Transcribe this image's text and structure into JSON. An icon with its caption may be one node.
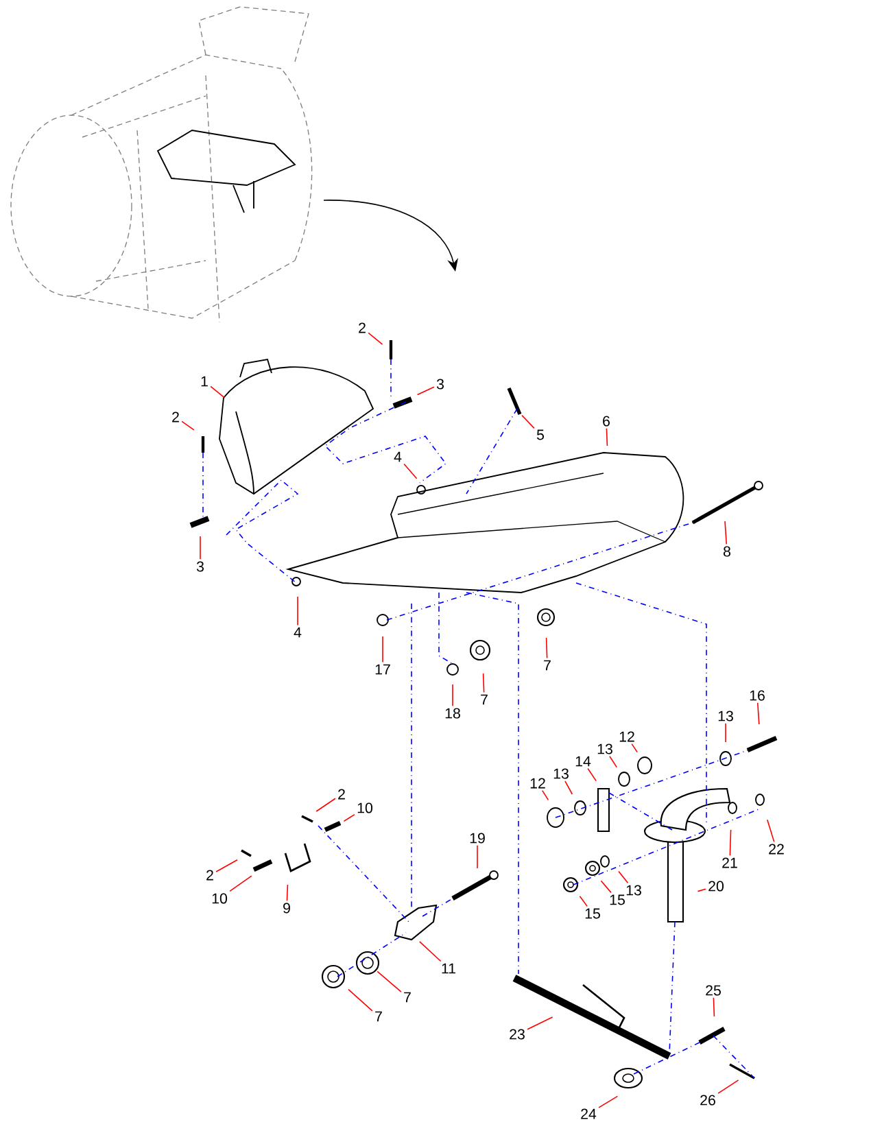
{
  "diagram": {
    "nodes": [
      {
        "text": [
          "2"
        ]
      },
      {
        "text": [
          "1"
        ]
      },
      {
        "text": [
          "3"
        ]
      },
      {
        "text": [
          "2"
        ]
      },
      {
        "text": [
          "6"
        ]
      },
      {
        "text": [
          "5"
        ]
      },
      {
        "text": [
          "4"
        ]
      },
      {
        "text": [
          "8"
        ]
      },
      {
        "text": [
          "3"
        ]
      },
      {
        "text": [
          "4"
        ]
      },
      {
        "text": [
          "7"
        ]
      },
      {
        "text": [
          "17"
        ]
      },
      {
        "text": [
          "7"
        ]
      },
      {
        "text": [
          "18"
        ]
      },
      {
        "text": [
          "16"
        ]
      },
      {
        "text": [
          "13"
        ]
      },
      {
        "text": [
          "12"
        ]
      },
      {
        "text": [
          "13"
        ]
      },
      {
        "text": [
          "14"
        ]
      },
      {
        "text": [
          "13"
        ]
      },
      {
        "text": [
          "12"
        ]
      },
      {
        "text": [
          "2"
        ]
      },
      {
        "text": [
          "10"
        ]
      },
      {
        "text": [
          "19"
        ]
      },
      {
        "text": [
          "22"
        ]
      },
      {
        "text": [
          "21"
        ]
      },
      {
        "text": [
          "20"
        ]
      },
      {
        "text": [
          "2"
        ]
      },
      {
        "text": [
          "13"
        ]
      },
      {
        "text": [
          "10"
        ]
      },
      {
        "text": [
          "15"
        ]
      },
      {
        "text": [
          "9"
        ]
      },
      {
        "text": [
          "15"
        ]
      },
      {
        "text": [
          "11"
        ]
      },
      {
        "text": [
          "25"
        ]
      },
      {
        "text": [
          "7"
        ]
      },
      {
        "text": [
          "7"
        ]
      },
      {
        "text": [
          "23"
        ]
      },
      {
        "text": [
          "26"
        ]
      },
      {
        "text": [
          "24"
        ]
      }
    ],
    "edges": [
      {
        "from": 0,
        "to": null,
        "arrow": "none"
      },
      {
        "from": 1,
        "to": null,
        "arrow": "none"
      },
      {
        "from": 2,
        "to": null,
        "arrow": "none"
      },
      {
        "from": 3,
        "to": null,
        "arrow": "none"
      },
      {
        "from": 4,
        "to": null,
        "arrow": "none"
      },
      {
        "from": 5,
        "to": null,
        "arrow": "none"
      },
      {
        "from": 6,
        "to": null,
        "arrow": "none"
      },
      {
        "from": 7,
        "to": null,
        "arrow": "none"
      },
      {
        "from": 8,
        "to": null,
        "arrow": "none"
      },
      {
        "from": 9,
        "to": null,
        "arrow": "none"
      },
      {
        "from": 10,
        "to": null,
        "arrow": "none"
      },
      {
        "from": 11,
        "to": null,
        "arrow": "none"
      },
      {
        "from": 12,
        "to": null,
        "arrow": "none"
      },
      {
        "from": 13,
        "to": null,
        "arrow": "none"
      },
      {
        "from": 14,
        "to": null,
        "arrow": "none"
      },
      {
        "from": 15,
        "to": null,
        "arrow": "none"
      },
      {
        "from": 16,
        "to": null,
        "arrow": "none"
      },
      {
        "from": 17,
        "to": null,
        "arrow": "none"
      },
      {
        "from": 18,
        "to": null,
        "arrow": "none"
      },
      {
        "from": 19,
        "to": null,
        "arrow": "none"
      },
      {
        "from": 20,
        "to": null,
        "arrow": "none"
      },
      {
        "from": 21,
        "to": null,
        "arrow": "none"
      },
      {
        "from": 22,
        "to": null,
        "arrow": "none"
      },
      {
        "from": 23,
        "to": null,
        "arrow": "none"
      },
      {
        "from": 24,
        "to": null,
        "arrow": "none"
      },
      {
        "from": 25,
        "to": null,
        "arrow": "none"
      },
      {
        "from": 26,
        "to": null,
        "arrow": "none"
      },
      {
        "from": 27,
        "to": null,
        "arrow": "none"
      },
      {
        "from": 28,
        "to": null,
        "arrow": "none"
      },
      {
        "from": 29,
        "to": null,
        "arrow": "none"
      },
      {
        "from": 30,
        "to": null,
        "arrow": "none"
      },
      {
        "from": 31,
        "to": null,
        "arrow": "none"
      },
      {
        "from": 32,
        "to": null,
        "arrow": "none"
      },
      {
        "from": 33,
        "to": null,
        "arrow": "none"
      },
      {
        "from": 34,
        "to": null,
        "arrow": "none"
      },
      {
        "from": 35,
        "to": null,
        "arrow": "none"
      },
      {
        "from": 36,
        "to": null,
        "arrow": "none"
      },
      {
        "from": 37,
        "to": null,
        "arrow": "none"
      },
      {
        "from": 38,
        "to": null,
        "arrow": "none"
      },
      {
        "from": 39,
        "to": null,
        "arrow": "none"
      }
    ]
  }
}
